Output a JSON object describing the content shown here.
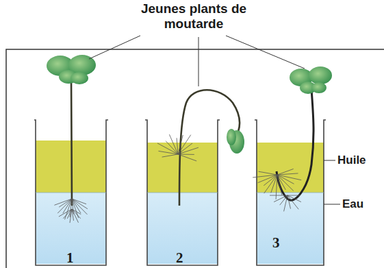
{
  "diagram": {
    "labels": [
      "Jeunes plants de moutarde",
      "Huile",
      "Eau",
      "1",
      "2",
      "3"
    ]
  }
}
